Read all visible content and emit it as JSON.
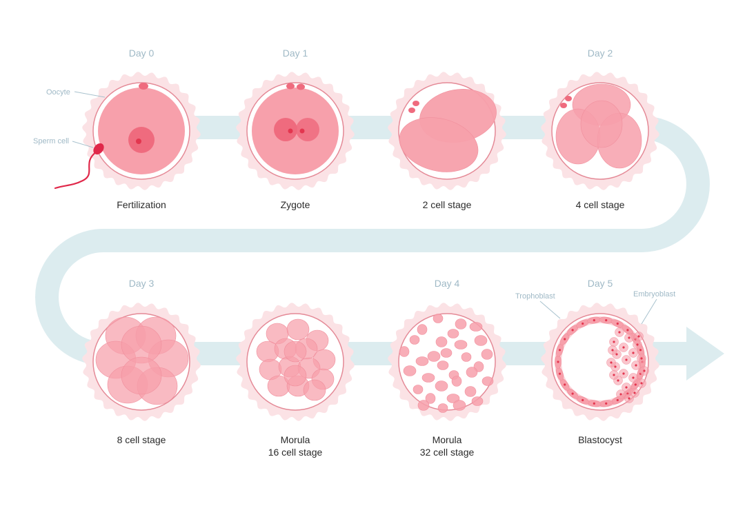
{
  "colors": {
    "path": "#dcecef",
    "corona": "#fbe2e5",
    "zona_fill": "#ffffff",
    "zona_stroke": "#e48996",
    "cell": "#f7a0ab",
    "cell_edge": "#f08d9b",
    "nucleus": "#ef6b7e",
    "dot": "#e3364f",
    "sperm": "#e0284a",
    "day_text": "#9fb9c6",
    "label_text": "#2a2a2a"
  },
  "stages": [
    {
      "day": "Day 0",
      "label": "Fertilization",
      "sublabel": ""
    },
    {
      "day": "Day 1",
      "label": "Zygote",
      "sublabel": ""
    },
    {
      "day": "",
      "label": "2 cell stage",
      "sublabel": ""
    },
    {
      "day": "Day 2",
      "label": "4 cell stage",
      "sublabel": ""
    },
    {
      "day": "Day 3",
      "label": "8 cell stage",
      "sublabel": ""
    },
    {
      "day": "",
      "label": "Morula",
      "sublabel": "16 cell stage"
    },
    {
      "day": "Day 4",
      "label": "Morula",
      "sublabel": "32 cell stage"
    },
    {
      "day": "Day 5",
      "label": "Blastocyst",
      "sublabel": ""
    }
  ],
  "annotations": {
    "oocyte": "Oocyte",
    "sperm_cell": "Sperm cell",
    "trophoblast": "Trophoblast",
    "embryoblast": "Embryoblast"
  }
}
